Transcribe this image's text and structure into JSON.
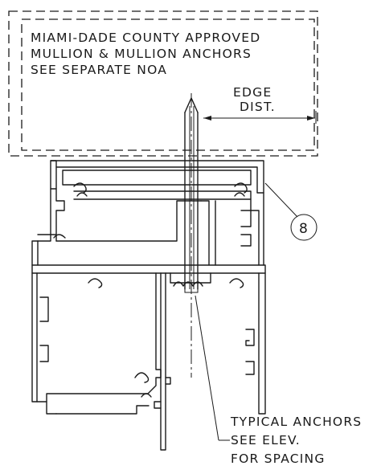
{
  "note_box": {
    "lines": [
      "MIAMI-DADE COUNTY APPROVED",
      "MULLION & MULLION ANCHORS",
      "SEE SEPARATE NOA"
    ]
  },
  "edge_distance": {
    "lines": [
      "EDGE",
      "DIST."
    ]
  },
  "callout": {
    "number": "8"
  },
  "anchor_note": {
    "lines": [
      "TYPICAL ANCHORS",
      "SEE ELEV.",
      "FOR SPACING"
    ]
  }
}
